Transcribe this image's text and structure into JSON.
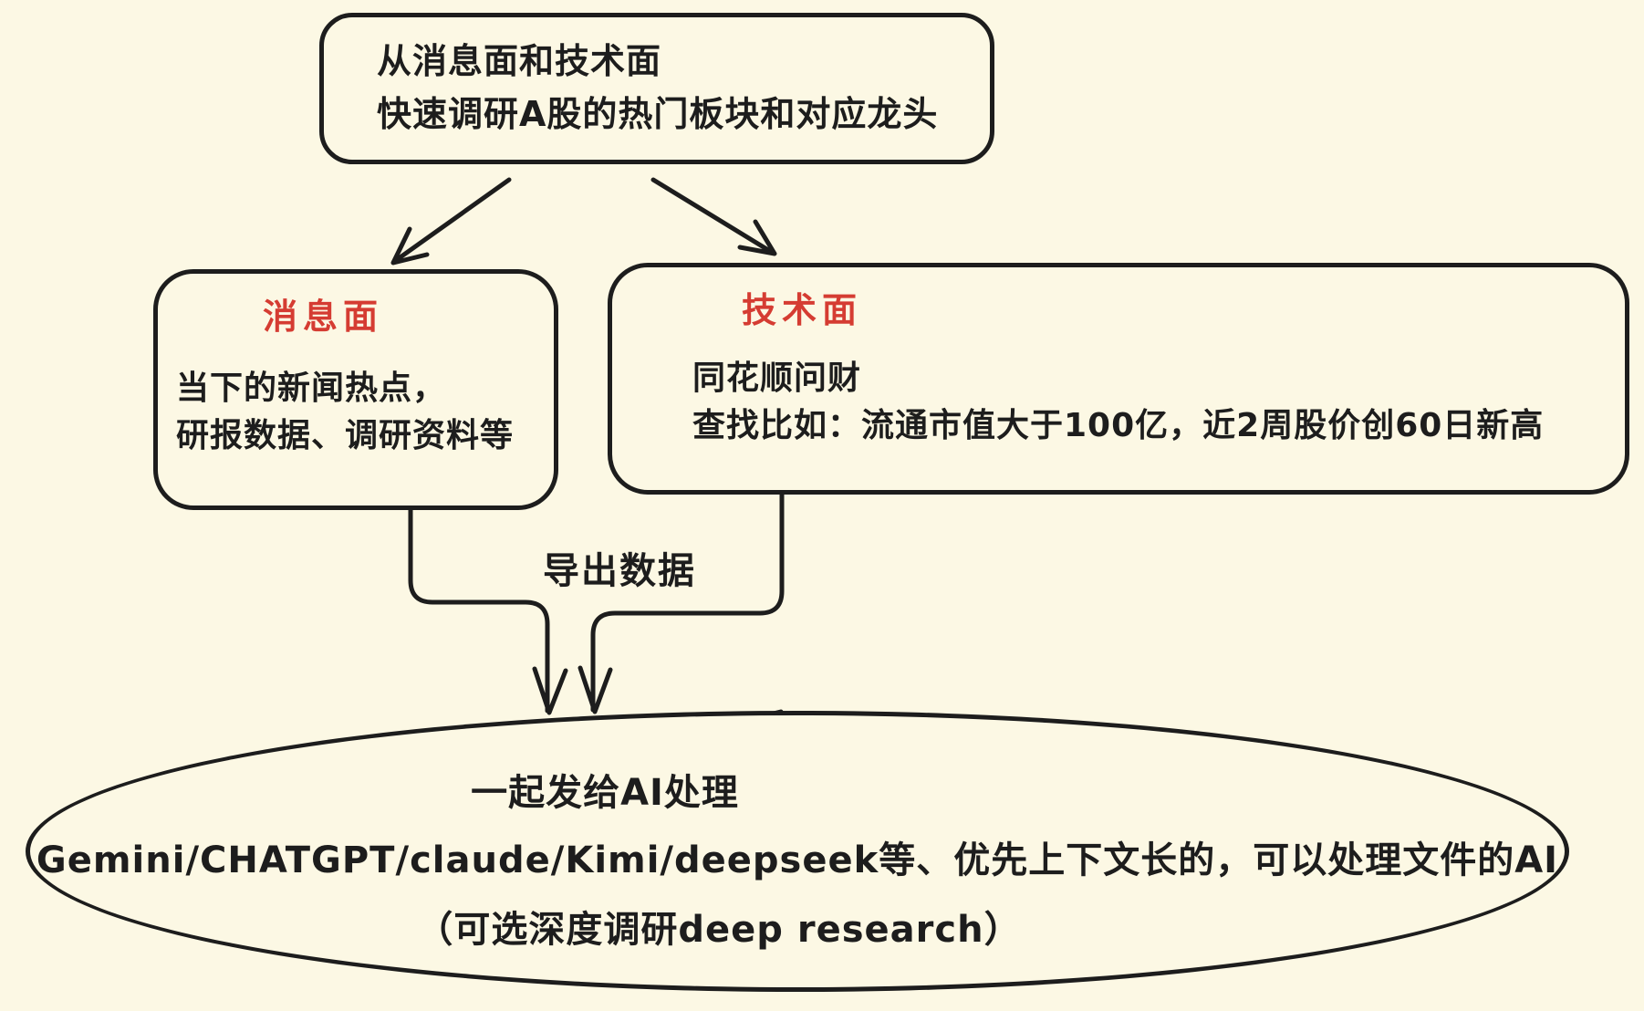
{
  "palette": {
    "background": "#fcf8e4",
    "ink": "#1d1d1d",
    "accent_red": "#d53c32"
  },
  "nodes": {
    "root": {
      "lines": [
        "从消息面和技术面",
        "快速调研A股的热门板块和对应龙头"
      ]
    },
    "news": {
      "title": "消息面",
      "lines": [
        "当下的新闻热点，",
        "研报数据、调研资料等"
      ]
    },
    "tech": {
      "title": "技术面",
      "lines": [
        "同花顺问财",
        "查找比如：流通市值大于100亿，近2周股价创60日新高"
      ]
    },
    "ai": {
      "lines": [
        "一起发给AI处理",
        "Gemini/CHATGPT/claude/Kimi/deepseek等、优先上下文长的，可以处理文件的AI",
        "（可选深度调研deep research）"
      ]
    }
  },
  "edges": {
    "export_label": "导出数据"
  }
}
